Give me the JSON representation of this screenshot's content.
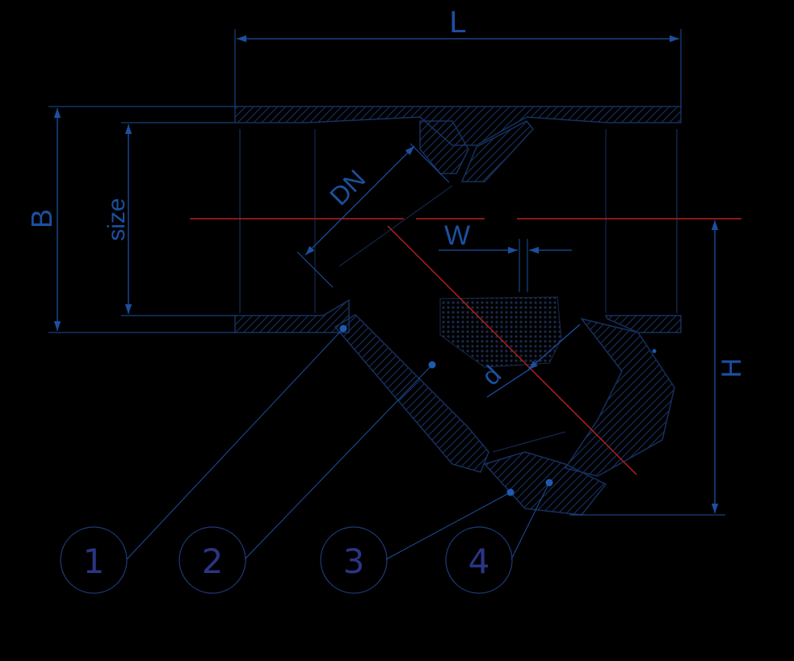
{
  "colors": {
    "background": "#000000",
    "dimension": "#1d4fa0",
    "body_outline": "#16305e",
    "hatch": "#1a3668",
    "centerline": "#b5201c",
    "callout_circle": "#1d3a78",
    "callout_text": "#2a3585",
    "leader_dot": "#1d5ab0"
  },
  "labels": {
    "length": "L",
    "width": "B",
    "size": "size",
    "nominal_diameter": "DN",
    "screen_gap": "W",
    "screen_diameter": "d",
    "height": "H"
  },
  "callouts": [
    {
      "number": "1"
    },
    {
      "number": "2"
    },
    {
      "number": "3"
    },
    {
      "number": "4"
    }
  ]
}
